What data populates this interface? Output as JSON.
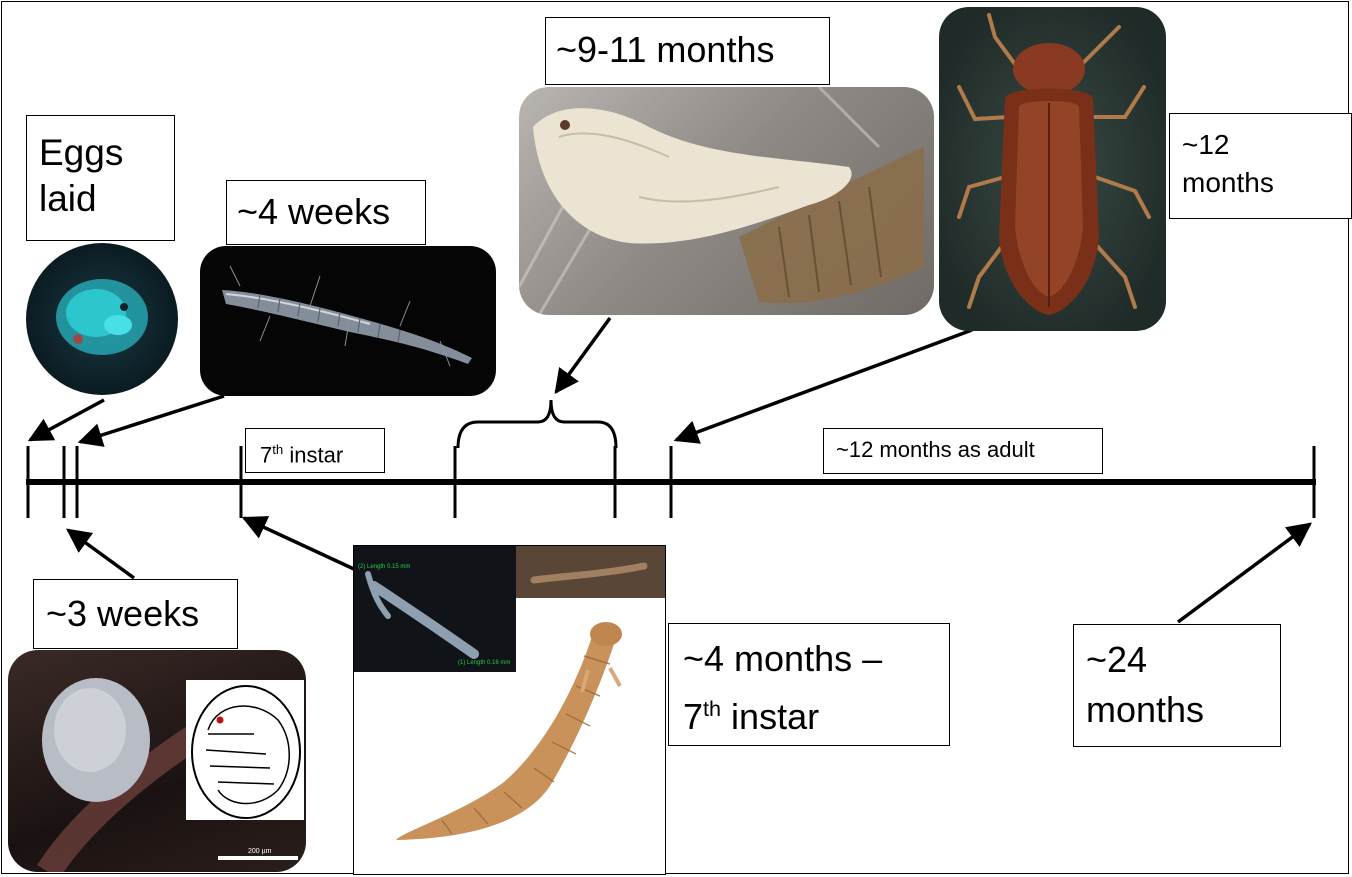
{
  "labels": {
    "eggs_line1": "Eggs",
    "eggs_line2": "laid",
    "weeks4": "~4 weeks",
    "months9_11": "~9-11 months",
    "months12_line1": "~12",
    "months12_line2": "months",
    "instar7_base": "7",
    "instar7_sup": "th",
    "instar7_rest": " instar",
    "adult12": "~12 months as adult",
    "weeks3": "~3 weeks",
    "months4_line1": "~4 months –",
    "months4_line2_base": "7",
    "months4_line2_sup": "th",
    "months4_line2_rest": " instar",
    "months24_line1": "~24",
    "months24_line2": "months"
  },
  "image_text": {
    "length_top": "(2) Length 0.15 mm",
    "length_bottom": "(1) Length 0.16 mm",
    "scale_bar": "200 µm"
  },
  "icons": {
    "egg_photo": "egg-cluster-photo-icon",
    "larva_photo": "early-larva-photo-icon",
    "pupa_photo": "pupa-photo-icon",
    "beetle_photo": "adult-beetle-photo-icon",
    "embryo_photo": "embryo-egg-photo-icon",
    "instar_photo": "seventh-instar-larva-photo-icon"
  }
}
